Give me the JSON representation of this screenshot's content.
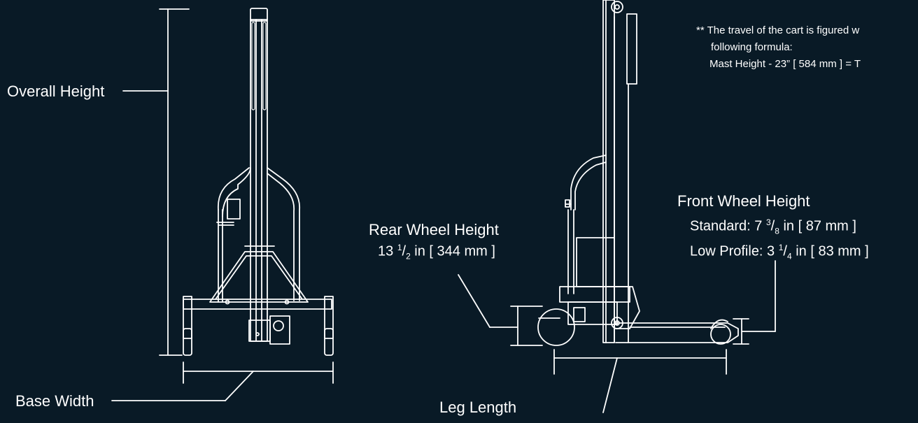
{
  "labels": {
    "overall_height": "Overall Height",
    "base_width": "Base Width",
    "leg_length": "Leg Length",
    "rear_wheel": {
      "title": "Rear Wheel Height",
      "value_whole": "13",
      "value_num": "1",
      "value_den": "2",
      "value_rest": " in [ 344 mm ]"
    },
    "front_wheel": {
      "title": "Front Wheel Height",
      "standard_prefix": "Standard: 7",
      "standard_num": "3",
      "standard_den": "8",
      "standard_rest": " in [ 87 mm ]",
      "low_prefix": "Low Profile: 3",
      "low_num": "1",
      "low_den": "4",
      "low_rest": " in [ 83 mm ]"
    }
  },
  "note": {
    "line1": "** The travel of the cart is figured w",
    "line2": "following formula:",
    "line3": "Mast Height - 23” [ 584 mm ] = T"
  },
  "colors": {
    "background": "#091a26",
    "line": "#ffffff"
  }
}
